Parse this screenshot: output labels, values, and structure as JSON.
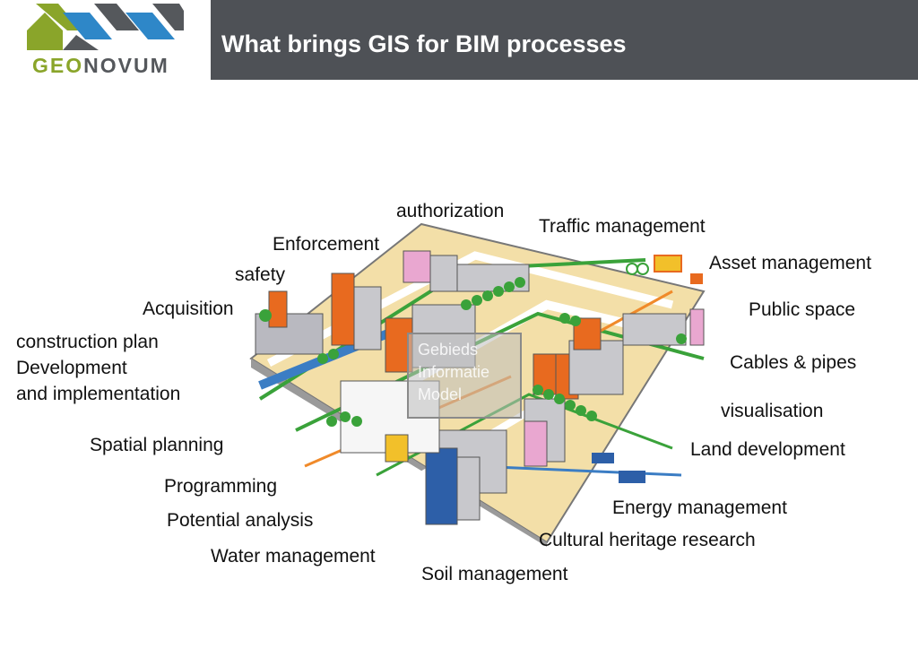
{
  "logo": {
    "brand_geo": "GEO",
    "brand_novum": "NOVUM",
    "colors": [
      "#8aa52a",
      "#2e87c8",
      "#55585c"
    ]
  },
  "header": {
    "title": "What brings GIS for BIM processes"
  },
  "diagram": {
    "center_label_lines": [
      "Gebieds",
      "Informatie",
      "Model"
    ],
    "labels": {
      "authorization": "authorization",
      "traffic_management": "Traffic management",
      "enforcement": "Enforcement",
      "asset_management": "Asset management",
      "safety": "safety",
      "acquisition": "Acquisition",
      "public_space": "Public space",
      "construction_plan": "construction plan",
      "development": "Development",
      "and_implementation": "and implementation",
      "cables_pipes": "Cables & pipes",
      "visualisation": "visualisation",
      "spatial_planning": "Spatial planning",
      "land_development": "Land development",
      "programming": "Programming",
      "energy_management": "Energy management",
      "potential_analysis": "Potential analysis",
      "cultural_heritage": "Cultural heritage research",
      "water_management": "Water management",
      "soil_management": "Soil management"
    }
  }
}
